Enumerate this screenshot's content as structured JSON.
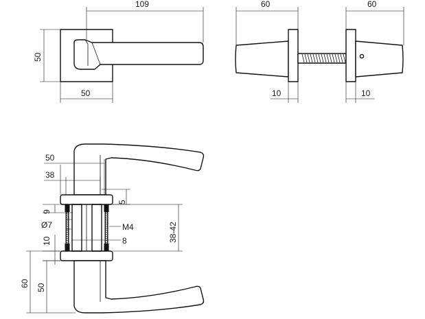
{
  "front_view": {
    "width_109": "109",
    "height_50": "50",
    "rose_50": "50"
  },
  "side_view": {
    "left_60": "60",
    "right_60": "60",
    "left_10": "10",
    "right_10": "10"
  },
  "section_view": {
    "d50": "50",
    "d38": "38",
    "d5": "5",
    "d9": "9",
    "d7": "Ø7",
    "m4": "M4",
    "d8": "8",
    "d38_42": "38-42",
    "d10": "10",
    "d60": "60",
    "d50_lower": "50"
  },
  "colors": {
    "line": "#111111",
    "background": "#ffffff"
  }
}
